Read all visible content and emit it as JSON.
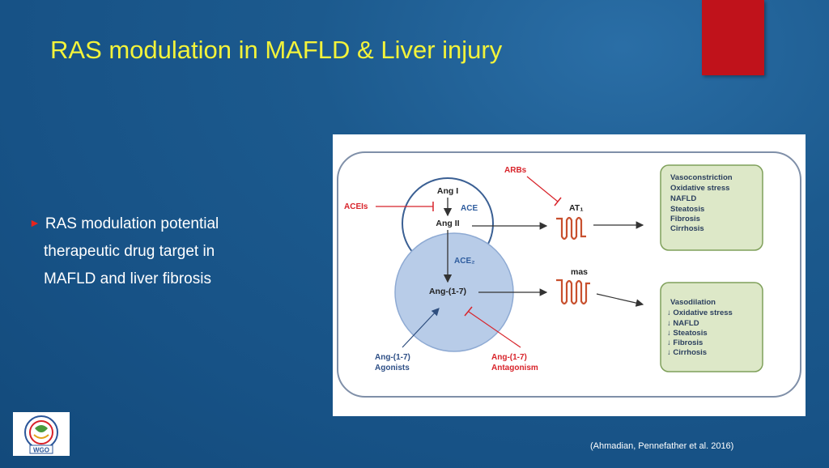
{
  "slide": {
    "title": "RAS modulation in MAFLD & Liver injury",
    "bullet": {
      "lines": [
        "RAS modulation potential",
        "therapeutic drug target in",
        "MAFLD and liver fibrosis"
      ]
    },
    "citation": "(Ahmadian, Pennefather et al. 2016)",
    "accent_color": "#c0121b",
    "title_color": "#f3f33a",
    "logo": {
      "text": "WGO"
    }
  },
  "diagram": {
    "ang1": "Ang I",
    "ace": "ACE",
    "ang2": "Ang II",
    "ace2": "ACE₂",
    "ang17": "Ang-(1-7)",
    "aceis": "ACEIs",
    "arbs": "ARBs",
    "at1": "AT₁",
    "mas": "mas",
    "agonists_line1": "Ang-(1-7)",
    "agonists_line2": "Agonists",
    "antagonism_line1": "Ang-(1-7)",
    "antagonism_line2": "Antagonism",
    "effects_at1": [
      "Vasoconstriction",
      "Oxidative stress",
      "NAFLD",
      "Steatosis",
      "Fibrosis",
      "Cirrhosis"
    ],
    "effects_mas": [
      "Vasodilation",
      "↓ Oxidative stress",
      "↓ NAFLD",
      "↓ Steatosis",
      "↓ Fibrosis",
      "↓ Cirrhosis"
    ]
  }
}
